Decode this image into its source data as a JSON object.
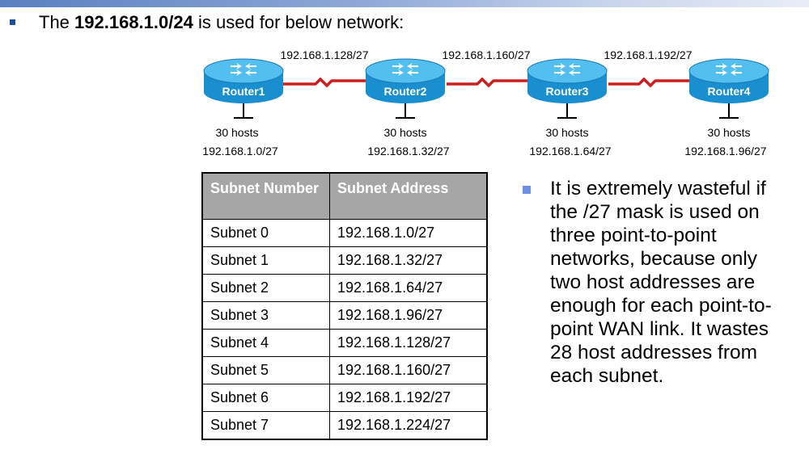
{
  "heading": {
    "prefix": "The ",
    "network": "192.168.1.0/24",
    "suffix": " is used for below network:"
  },
  "routers": [
    "Router1",
    "Router2",
    "Router3",
    "Router4"
  ],
  "links": [
    "192.168.1.128/27",
    "192.168.1.160/27",
    "192.168.1.192/27"
  ],
  "lans": [
    {
      "hosts": "30 hosts",
      "subnet": "192.168.1.0/27"
    },
    {
      "hosts": "30 hosts",
      "subnet": "192.168.1.32/27"
    },
    {
      "hosts": "30 hosts",
      "subnet": "192.168.1.64/27"
    },
    {
      "hosts": "30 hosts",
      "subnet": "192.168.1.96/27"
    }
  ],
  "table": {
    "headers": [
      "Subnet Number",
      "Subnet Address"
    ],
    "rows": [
      [
        "Subnet 0",
        "192.168.1.0/27"
      ],
      [
        "Subnet 1",
        "192.168.1.32/27"
      ],
      [
        "Subnet 2",
        "192.168.1.64/27"
      ],
      [
        "Subnet 3",
        "192.168.1.96/27"
      ],
      [
        "Subnet 4",
        "192.168.1.128/27"
      ],
      [
        "Subnet 5",
        "192.168.1.160/27"
      ],
      [
        "Subnet 6",
        "192.168.1.192/27"
      ],
      [
        "Subnet 7",
        "192.168.1.224/27"
      ]
    ]
  },
  "note": "It is extremely wasteful if the /27 mask is used on three point-to-point networks, because only two host addresses are enough for each point-to-point WAN link. It wastes 28 host addresses from each subnet.",
  "colors": {
    "router_body": "#1a8fd0",
    "router_top": "#52bff0",
    "wan_link": "#cc1f1f",
    "header_fill": "#a6a6a6",
    "bullet": "#1f4e9e",
    "sub_bullet": "#6f8fe0"
  }
}
